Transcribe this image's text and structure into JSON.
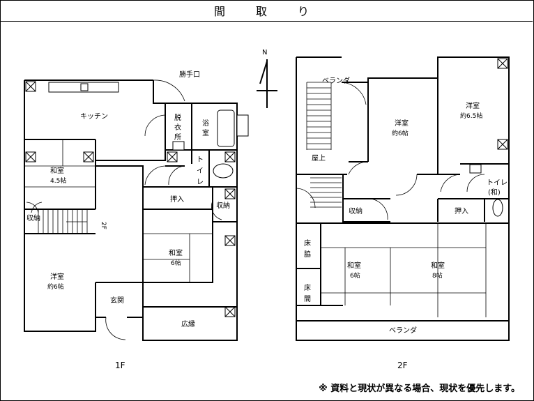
{
  "title": "間　取　り",
  "north": "N",
  "floor1": {
    "label": "1F",
    "rooms": {
      "kitchen": "キッチン",
      "back_door": "勝手口",
      "dressing": [
        "脱",
        "衣",
        "所"
      ],
      "bath": [
        "浴",
        "室"
      ],
      "toilet": [
        "ト",
        "イ",
        "レ"
      ],
      "washitsu_name": "和室",
      "washitsu_size": "4.5帖",
      "storage_left": "収納",
      "stair_mark": "2F",
      "yoshitsu_name": "洋室",
      "yoshitsu_size": "約6帖",
      "oshiire": "押入",
      "storage_right": "収納",
      "washitsu6_name": "和室",
      "washitsu6_size": "6帖",
      "entrance": "玄関",
      "hiroen": "広縁"
    }
  },
  "floor2": {
    "label": "2F",
    "rooms": {
      "veranda_top": "ベランダ",
      "rooftop": "屋上",
      "yoshitsu6_name": "洋室",
      "yoshitsu6_size": "約6帖",
      "yoshitsu65_name": "洋室",
      "yoshitsu65_size": "約6.5帖",
      "toilet_jp": [
        "トイレ",
        "(和)"
      ],
      "storage": "収納",
      "oshiire": "押入",
      "tokowaki": [
        "床",
        "脇"
      ],
      "tokonoma": [
        "床",
        "間"
      ],
      "washitsu6_name": "和室",
      "washitsu6_size": "6帖",
      "washitsu8_name": "和室",
      "washitsu8_size": "8帖",
      "veranda_bottom": "ベランダ"
    }
  },
  "note": "※ 資料と現状が異なる場合、現状を優先します。"
}
